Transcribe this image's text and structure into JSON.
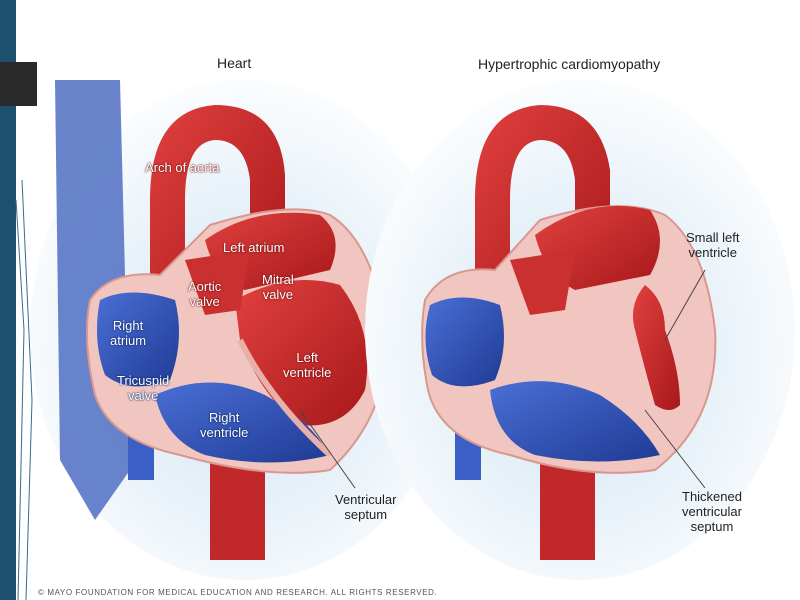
{
  "titles": {
    "normal": "Heart",
    "hcm": "Hypertrophic cardiomyopathy"
  },
  "labels": {
    "arch_of_aorta": "Arch of aorta",
    "left_atrium": "Left atrium",
    "aortic_valve": "Aortic\nvalve",
    "mitral_valve": "Mitral\nvalve",
    "right_atrium": "Right\natrium",
    "left_ventricle": "Left\nventricle",
    "tricuspid_valve": "Tricuspid\nvalve",
    "right_ventricle": "Right\nventricle",
    "ventricular_septum": "Ventricular\nseptum",
    "small_left_ventricle": "Small left\nventricle",
    "thickened_septum": "Thickened\nventricular\nseptum"
  },
  "copyright": "© MAYO FOUNDATION FOR MEDICAL EDUCATION AND RESEARCH. ALL RIGHTS RESERVED.",
  "colors": {
    "artery_red": "#c0282a",
    "vein_blue": "#2c4fb8",
    "muscle_pink": "#f2c6c0",
    "slide_bar": "#1d4f6e"
  }
}
